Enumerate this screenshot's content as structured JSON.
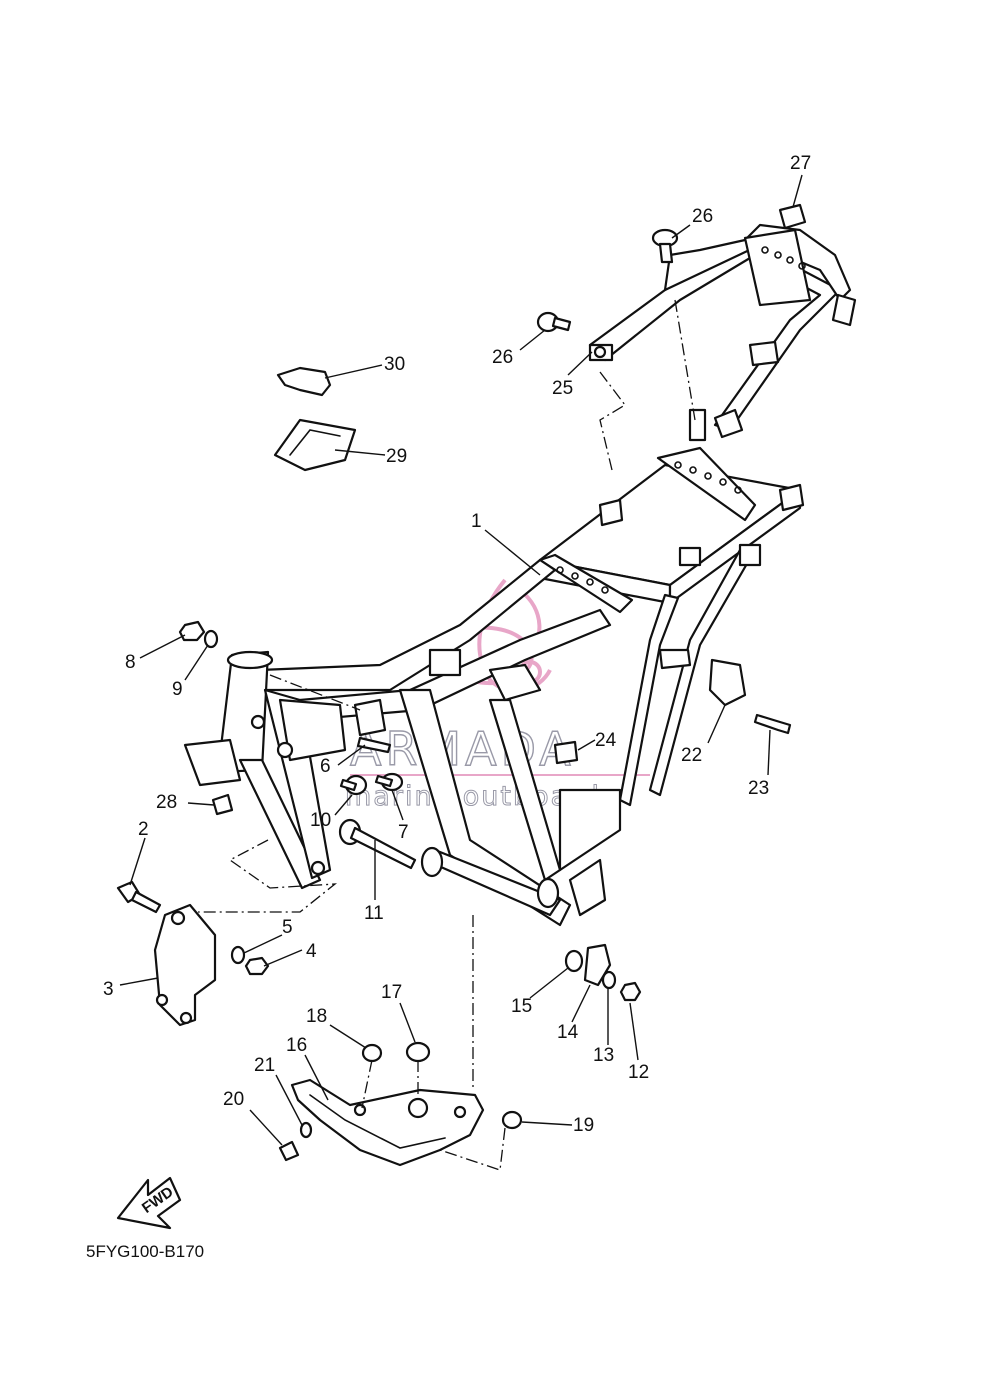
{
  "diagram_code": "5FYG100-B170",
  "direction_label": "FWD",
  "watermark": {
    "brand": "ARMADA",
    "tagline": "marine outboards",
    "accent_color": "#e8a6c8",
    "text_color": "#9a9aa8"
  },
  "callouts": [
    {
      "id": "c1",
      "label": "1"
    },
    {
      "id": "c2",
      "label": "2"
    },
    {
      "id": "c3",
      "label": "3"
    },
    {
      "id": "c4",
      "label": "4"
    },
    {
      "id": "c5",
      "label": "5"
    },
    {
      "id": "c6",
      "label": "6"
    },
    {
      "id": "c7",
      "label": "7"
    },
    {
      "id": "c8",
      "label": "8"
    },
    {
      "id": "c9",
      "label": "9"
    },
    {
      "id": "c10",
      "label": "10"
    },
    {
      "id": "c11",
      "label": "11"
    },
    {
      "id": "c12",
      "label": "12"
    },
    {
      "id": "c13",
      "label": "13"
    },
    {
      "id": "c14",
      "label": "14"
    },
    {
      "id": "c15",
      "label": "15"
    },
    {
      "id": "c16",
      "label": "16"
    },
    {
      "id": "c17",
      "label": "17"
    },
    {
      "id": "c18",
      "label": "18"
    },
    {
      "id": "c19",
      "label": "19"
    },
    {
      "id": "c20",
      "label": "20"
    },
    {
      "id": "c21",
      "label": "21"
    },
    {
      "id": "c22",
      "label": "22"
    },
    {
      "id": "c23",
      "label": "23"
    },
    {
      "id": "c24",
      "label": "24"
    },
    {
      "id": "c25",
      "label": "25"
    },
    {
      "id": "c26a",
      "label": "26"
    },
    {
      "id": "c26b",
      "label": "26"
    },
    {
      "id": "c27",
      "label": "27"
    },
    {
      "id": "c28",
      "label": "28"
    },
    {
      "id": "c29",
      "label": "29"
    },
    {
      "id": "c30",
      "label": "30"
    }
  ]
}
